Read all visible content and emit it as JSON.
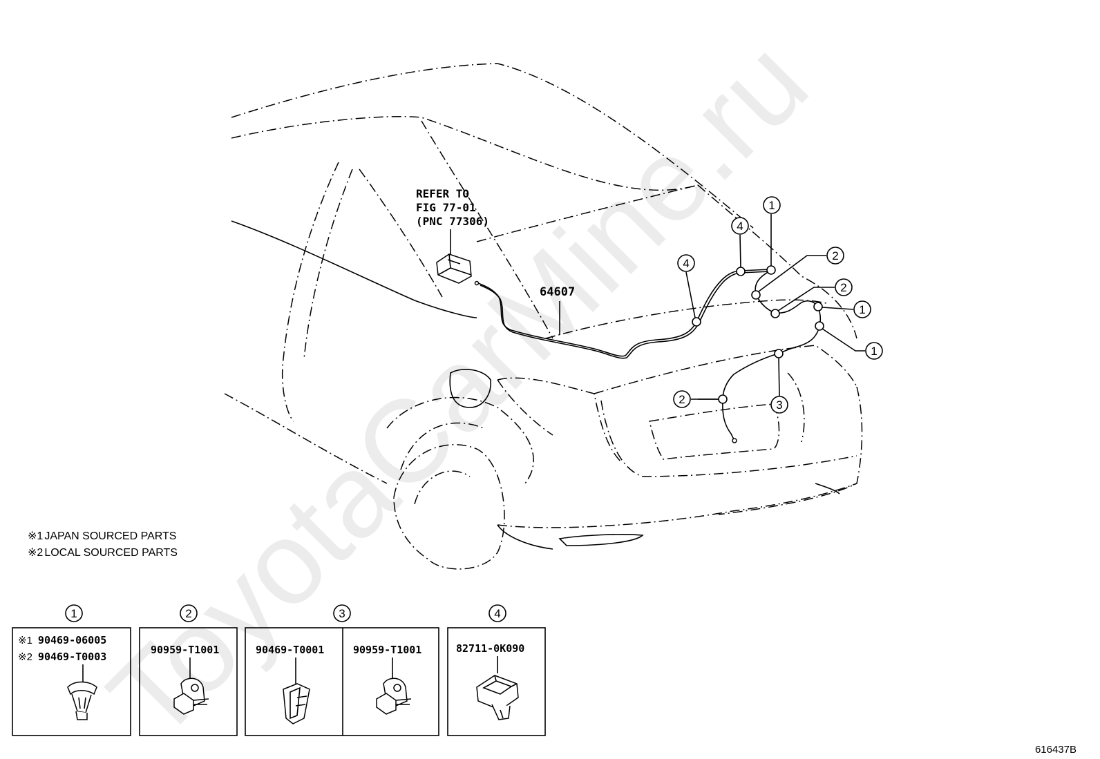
{
  "watermark": "ToyotaCarMine.ru",
  "reference": {
    "line1": "REFER TO",
    "line2": "FIG 77-01",
    "line3": "(PNC 77306)"
  },
  "main_part_number": "64607",
  "notes": [
    {
      "marker": "※1",
      "text": "JAPAN SOURCED PARTS"
    },
    {
      "marker": "※2",
      "text": "LOCAL SOURCED PARTS"
    }
  ],
  "callouts": {
    "c1": "1",
    "c2": "2",
    "c3": "3",
    "c4": "4"
  },
  "legend": [
    {
      "index": "1",
      "parts": [
        {
          "marker": "※1",
          "number": "90469-06005"
        },
        {
          "marker": "※2",
          "number": "90469-T0003"
        }
      ]
    },
    {
      "index": "2",
      "parts": [
        {
          "number": "90959-T1001"
        }
      ]
    },
    {
      "index": "3",
      "parts": [
        {
          "number": "90469-T0001"
        },
        {
          "number": "90959-T1001"
        }
      ]
    },
    {
      "index": "4",
      "parts": [
        {
          "number": "82711-0K090"
        }
      ]
    }
  ],
  "figure_id": "616437B"
}
